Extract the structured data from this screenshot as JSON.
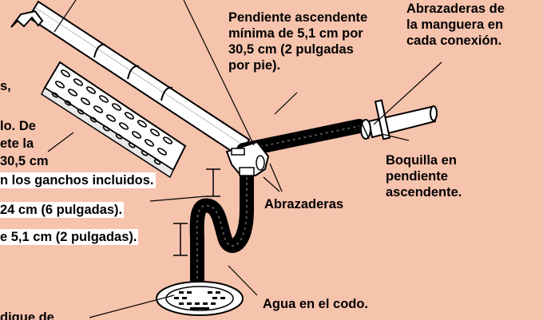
{
  "labels": {
    "slope_line1": "Pendiente ascendente",
    "slope_line2": "mínima de 5,1 cm por",
    "slope_line3": "30,5 cm (2 pulgadas",
    "slope_line4": "por pie).",
    "hose_clamps_line1": "Abrazaderas de",
    "hose_clamps_line2": "la manguera en",
    "hose_clamps_line3": "cada conexión.",
    "left_frag_1": "s,",
    "left_frag_2": "lo. De",
    "left_frag_3": "ete la",
    "left_frag_4": "30,5 cm",
    "left_frag_5": "n los ganchos incluidos.",
    "left_frag_6": "24 cm (6 pulgadas).",
    "left_frag_7": "e 5,1 cm (2 pulgadas).",
    "left_frag_8": "dique de",
    "nozzle_line1": "Boquilla en",
    "nozzle_line2": "pendiente",
    "nozzle_line3": "ascendente.",
    "clamps": "Abrazaderas",
    "water_elbow": "Agua en el codo."
  }
}
